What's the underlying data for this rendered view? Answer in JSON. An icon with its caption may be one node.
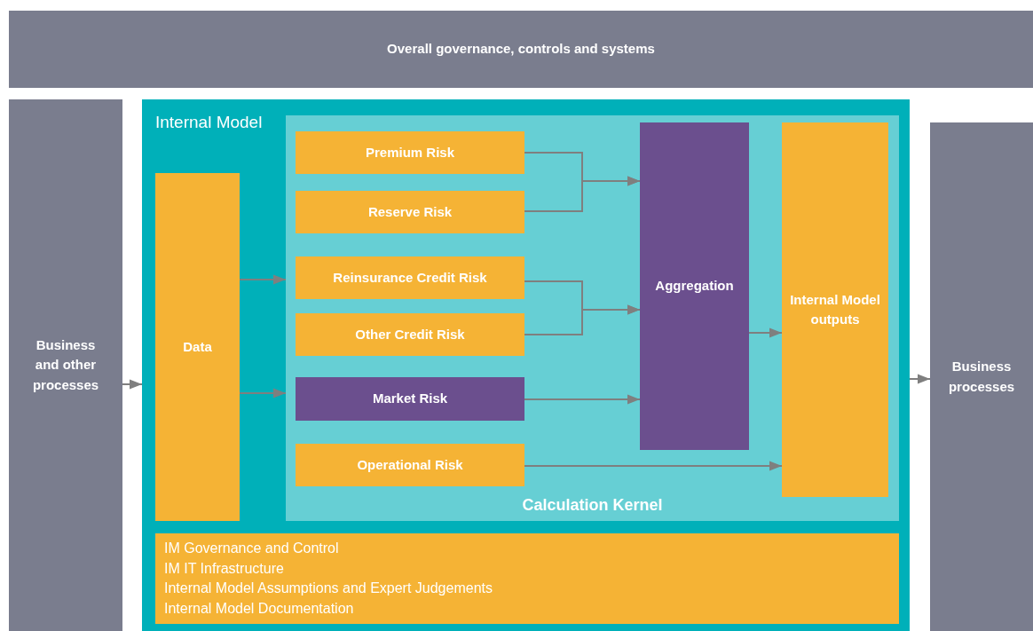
{
  "diagram": {
    "nodes": [
      {
        "text": [
          "Overall governance, controls and systems"
        ]
      },
      {
        "text": [
          "Business and other processes"
        ]
      },
      {
        "text": [
          "Internal Model"
        ]
      },
      {
        "text": [
          "Calculation Kernel"
        ],
        "in": 2
      },
      {
        "text": [
          "Data"
        ],
        "in": 2
      },
      {
        "text": [
          "Premium Risk"
        ],
        "in": 3
      },
      {
        "text": [
          "Reserve Risk"
        ],
        "in": 3
      },
      {
        "text": [
          "Reinsurance Credit Risk"
        ],
        "in": 3
      },
      {
        "text": [
          "Other Credit Risk"
        ],
        "in": 3
      },
      {
        "text": [
          "Market Risk"
        ],
        "in": 3
      },
      {
        "text": [
          "Operational Risk"
        ],
        "in": 3
      },
      {
        "text": [
          "Aggregation"
        ],
        "in": 3
      },
      {
        "text": [
          "Internal Model outputs"
        ],
        "in": 3
      },
      {
        "text": [
          "IM Governance and Control",
          "IM IT Infrastructure",
          "Internal Model Assumptions and Expert Judgements",
          "Internal Model Documentation"
        ],
        "in": 2
      },
      {
        "text": [
          "Business processes"
        ]
      }
    ],
    "edges": [
      {
        "from": 1,
        "to": 2,
        "arrow": "to"
      },
      {
        "from": 4,
        "to": 3,
        "arrow": "to"
      },
      {
        "from": 4,
        "to": 3,
        "arrow": "to"
      },
      {
        "from": 5,
        "to": 11,
        "arrow": "to"
      },
      {
        "from": 6,
        "to": 11,
        "arrow": "to"
      },
      {
        "from": 7,
        "to": 11,
        "arrow": "to"
      },
      {
        "from": 8,
        "to": 11,
        "arrow": "to"
      },
      {
        "from": 9,
        "to": 11,
        "arrow": "to"
      },
      {
        "from": 10,
        "to": 12,
        "arrow": "to"
      },
      {
        "from": 11,
        "to": 12,
        "arrow": "to"
      },
      {
        "from": 2,
        "to": 14,
        "arrow": "to"
      }
    ]
  }
}
